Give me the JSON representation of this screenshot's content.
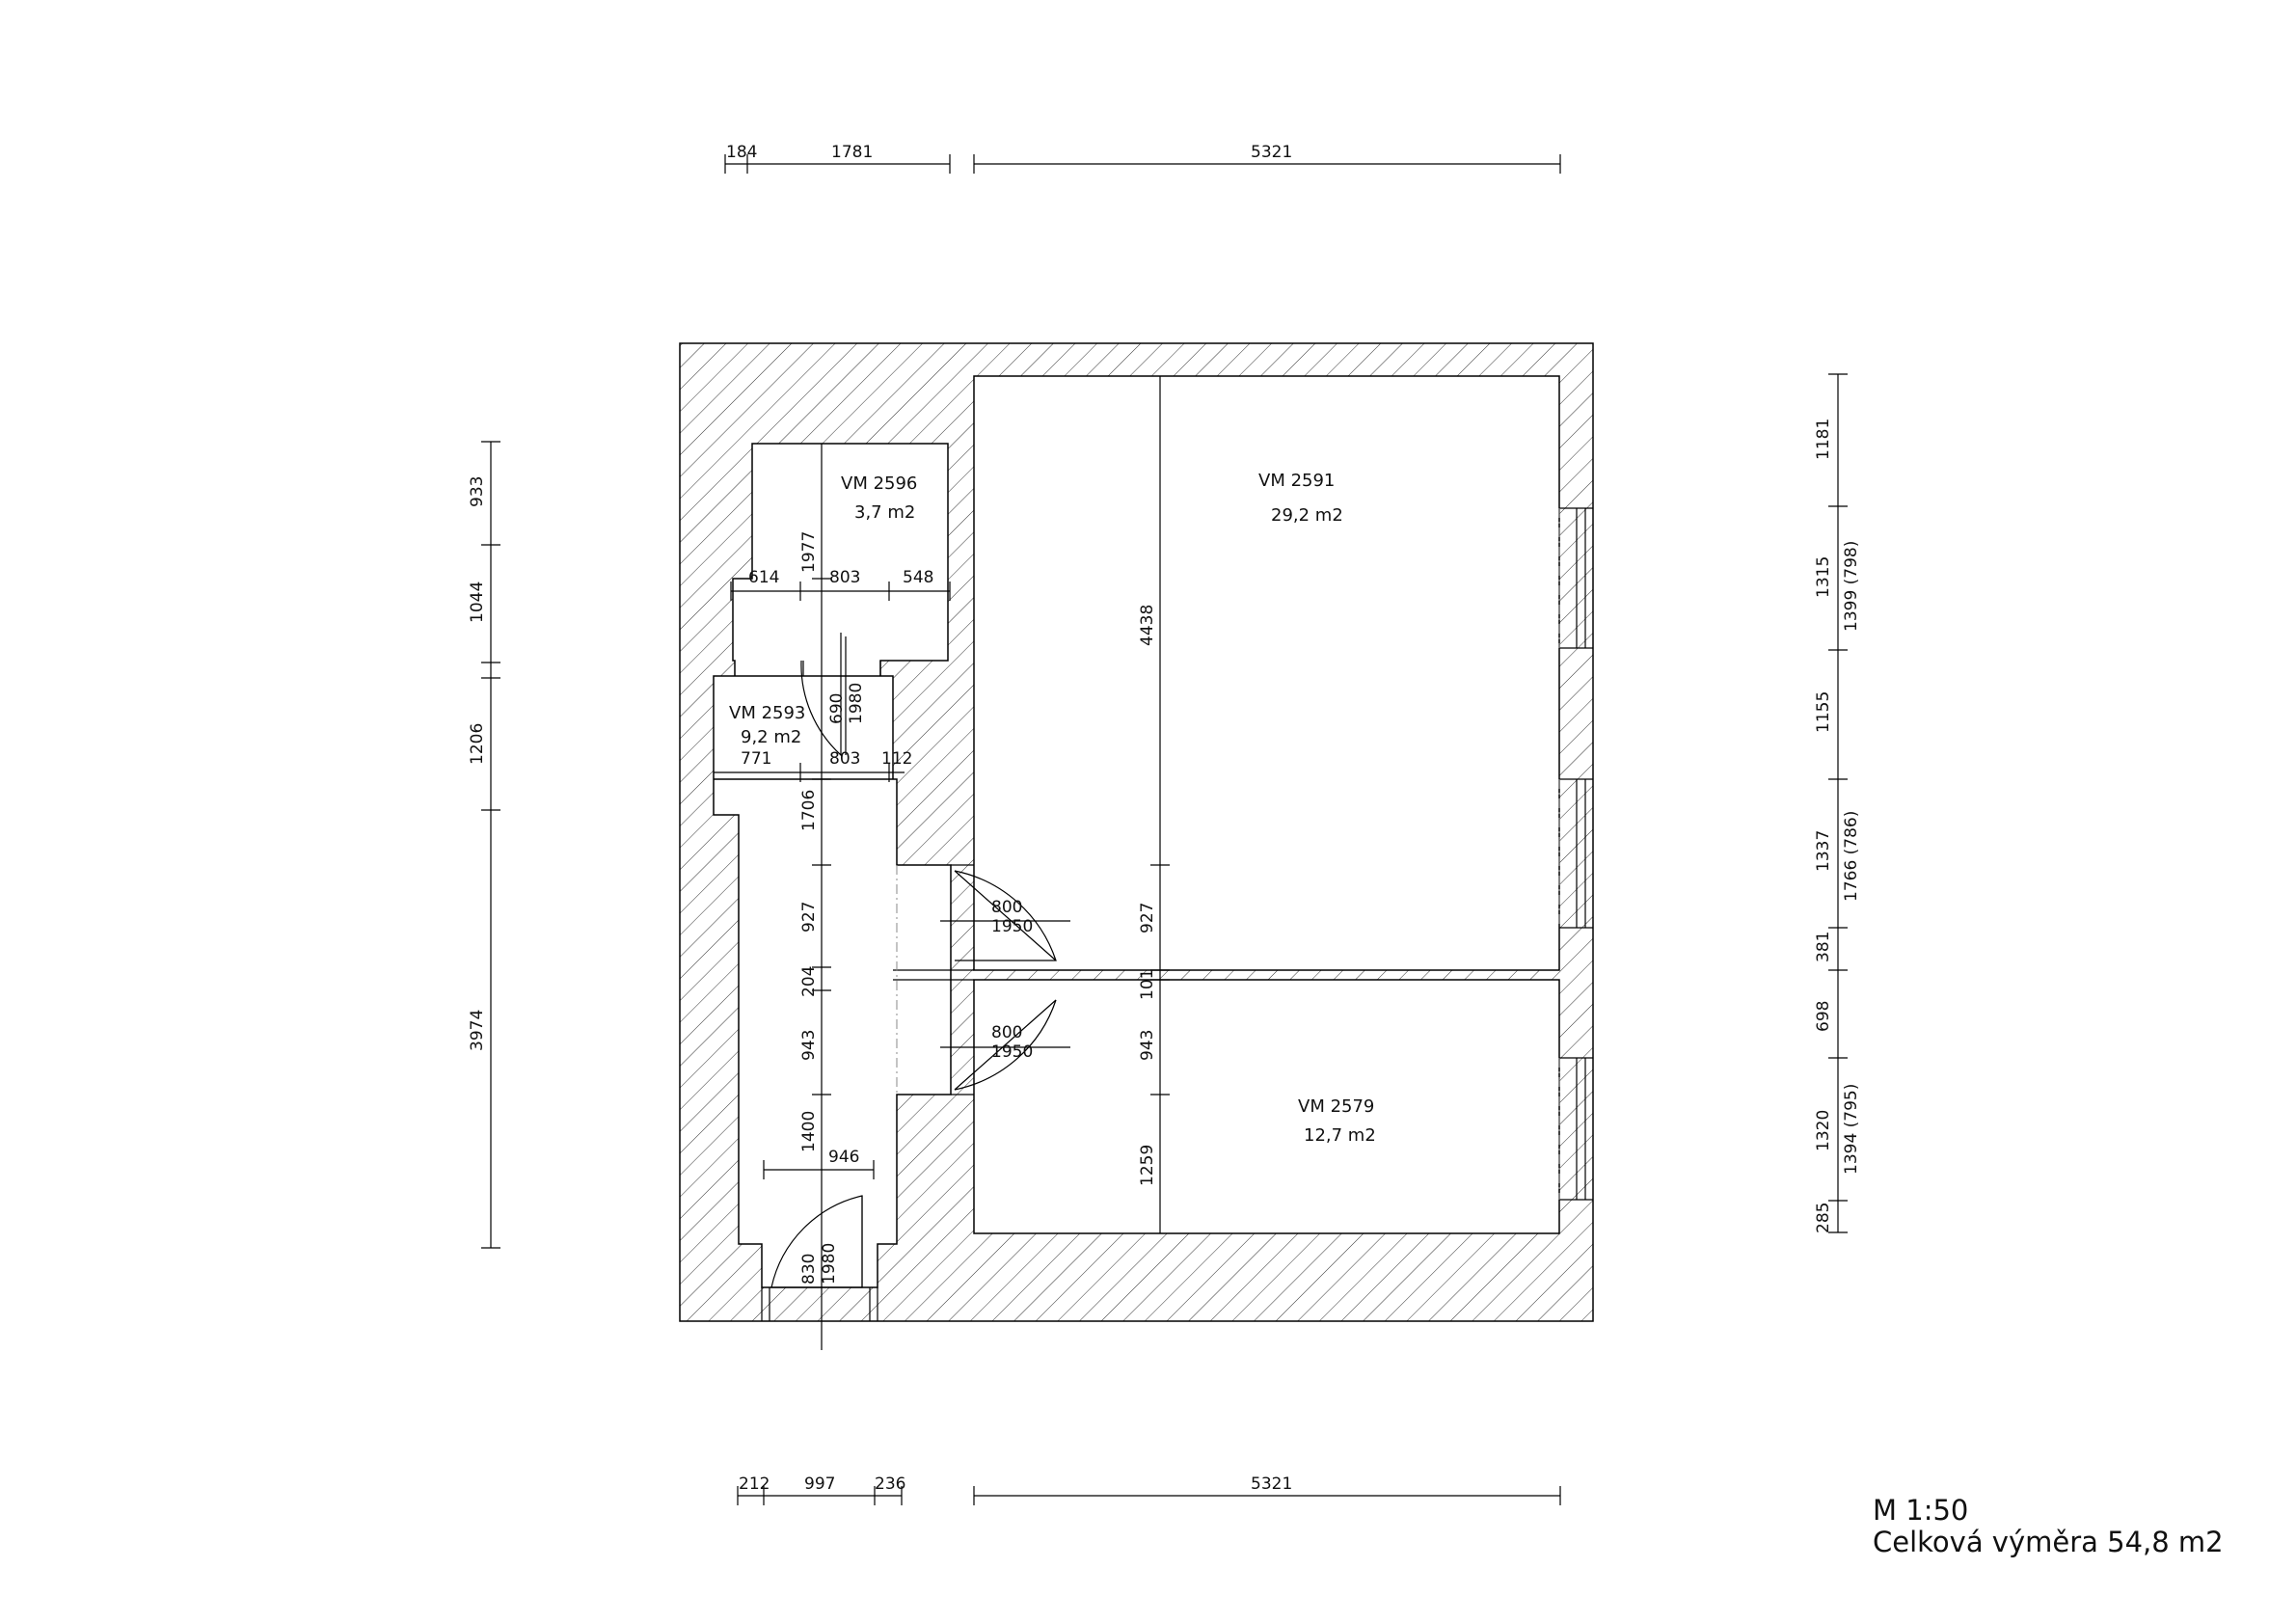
{
  "rooms": [
    {
      "id": "VM 2596",
      "area": "3,7 m2"
    },
    {
      "id": "VM 2591",
      "area": "29,2 m2"
    },
    {
      "id": "VM 2593",
      "area": "9,2 m2"
    },
    {
      "id": "VM 2579",
      "area": "12,7 m2"
    }
  ],
  "dims": {
    "top": [
      "184",
      "1781",
      "5321"
    ],
    "bottom": [
      "212",
      "997",
      "236",
      "5321"
    ],
    "left": [
      "933",
      "1044",
      "1206",
      "3974"
    ],
    "right": [
      "1181",
      "1315",
      "1399 (798)",
      "1155",
      "1337",
      "1766 (786)",
      "381",
      "698",
      "1320",
      "1394 (795)",
      "285"
    ],
    "inner_v": [
      "1977",
      "690",
      "1980",
      "1706",
      "927",
      "204",
      "943",
      "1400",
      "830",
      "1980",
      "4438",
      "927",
      "101",
      "943",
      "1259"
    ],
    "inner_h": [
      "614",
      "803",
      "548",
      "771",
      "803",
      "112",
      "946"
    ],
    "doors": [
      {
        "width": "800",
        "height": "1950"
      },
      {
        "width": "800",
        "height": "1950"
      }
    ]
  },
  "legend": {
    "scale": "M 1:50",
    "total_area": "Celková výměra 54,8 m2"
  }
}
